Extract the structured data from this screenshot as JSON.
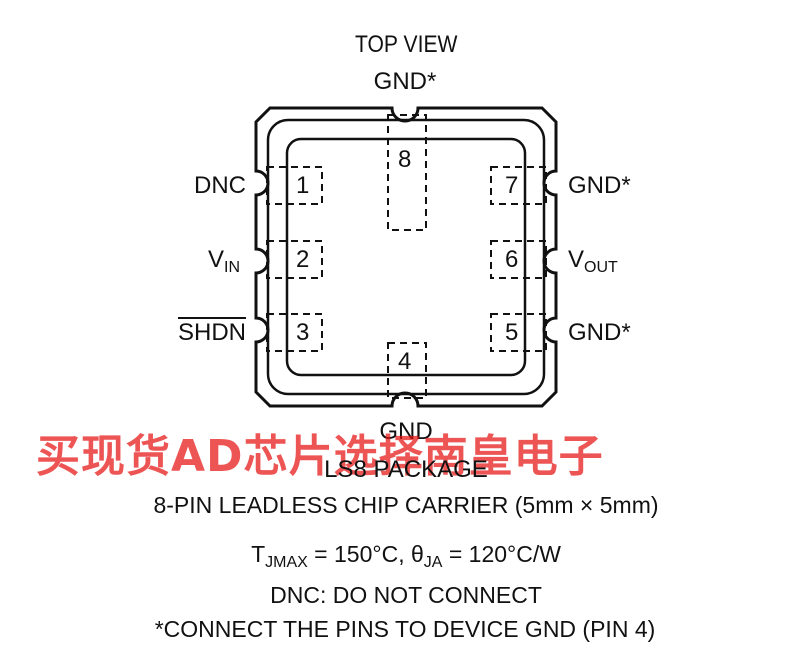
{
  "view_label": "TOP VIEW",
  "pins": {
    "p8": {
      "number": "8",
      "label": "GND*"
    },
    "p1": {
      "number": "1",
      "label": "DNC"
    },
    "p2": {
      "number": "2",
      "label_main": "V",
      "label_sub": "IN"
    },
    "p3": {
      "number": "3",
      "label": "SHDN"
    },
    "p7": {
      "number": "7",
      "label": "GND*"
    },
    "p6": {
      "number": "6",
      "label_main": "V",
      "label_sub": "OUT"
    },
    "p5": {
      "number": "5",
      "label": "GND*"
    },
    "p4": {
      "number": "4",
      "label": "GND"
    }
  },
  "watermark": "买现货AD芯片选择南皇电子",
  "package": {
    "name": "LS8 PACKAGE",
    "description": "8-PIN LEADLESS CHIP CARRIER (5mm × 5mm)",
    "thermal": {
      "t_main": "T",
      "t_sub": "JMAX",
      "t_value": " = 150°C, θ",
      "ja_sub": "JA",
      "ja_value": " = 120°C/W"
    },
    "note_dnc": "DNC: DO NOT CONNECT",
    "note_gnd": "*CONNECT THE PINS TO DEVICE GND (PIN 4)"
  }
}
